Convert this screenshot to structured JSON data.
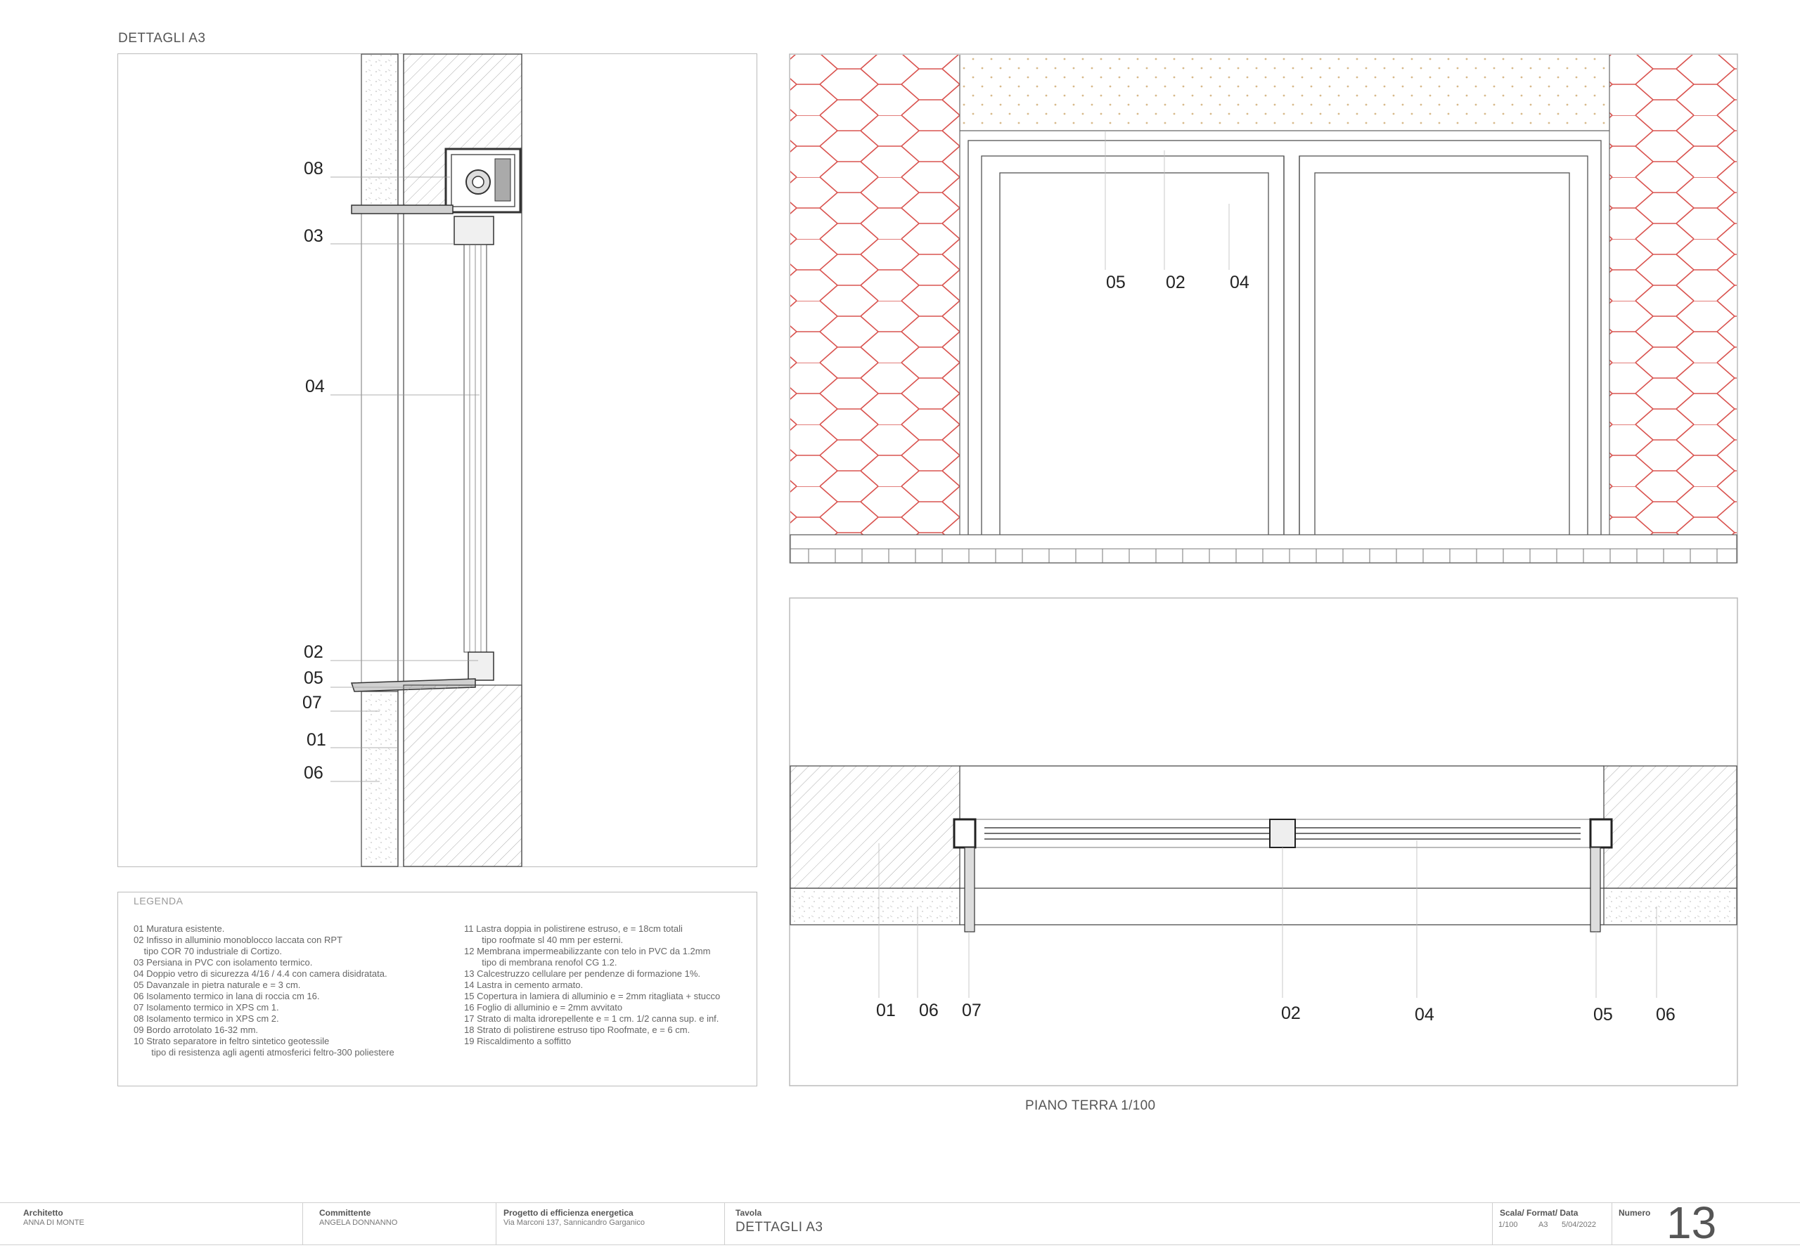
{
  "sheet_title": "DETTAGLI A3",
  "section_labels": [
    "08",
    "03",
    "04",
    "02",
    "05",
    "07",
    "01",
    "06"
  ],
  "elevation_labels": [
    "05",
    "02",
    "04"
  ],
  "plan_labels": [
    "01",
    "06",
    "07",
    "02",
    "04",
    "05",
    "06"
  ],
  "legend": {
    "title": "LEGENDA",
    "col1": "01 Muratura esistente.\n02 Infisso in alluminio monoblocco laccata con RPT\n    tipo COR 70 industriale di Cortizo.\n03 Persiana in PVC con isolamento termico.\n04 Doppio vetro di sicurezza 4/16 / 4.4 con camera disidratata.\n05 Davanzale in pietra naturale e = 3 cm.\n06 Isolamento termico in lana di roccia cm 16.\n07 Isolamento termico in XPS cm 1.\n08 Isolamento termico in XPS cm 2.\n09 Bordo arrotolato 16-32 mm.\n10 Strato separatore in feltro sintetico geotessile\n       tipo di resistenza agli agenti atmosferici feltro-300 poliestere",
    "col2": "11 Lastra doppia in polistirene estruso, e = 18cm totali\n       tipo roofmate sl 40 mm per esterni.\n12 Membrana impermeabilizzante con telo in PVC da 1.2mm\n       tipo di membrana renofol CG 1.2.\n13 Calcestruzzo cellulare per pendenze di formazione 1%.\n14 Lastra in cemento armato.\n15 Copertura in lamiera di alluminio e = 2mm ritagliata + stucco\n16 Foglio di alluminio e = 2mm avvitato\n17 Strato di malta idrorepellente e = 1 cm. 1/2 canna sup. e inf.\n18 Strato di polistirene estruso tipo Roofmate, e = 6 cm.\n19 Riscaldimento a soffitto"
  },
  "caption": "PIANO TERRA 1/100",
  "title_block": {
    "architect_h": "Architetto",
    "architect_v": "ANNA DI MONTE",
    "client_h": "Committente",
    "client_v": "ANGELA DONNANNO",
    "project_h": "Progetto di efficienza energetica",
    "project_v": "Via Marconi 137, Sannicandro Garganico",
    "table_h": "Tavola",
    "table_v": "DETTAGLI A3",
    "scale_h": "Scala/ Format/ Data",
    "scale_v": "1/100",
    "format_v": "A3",
    "date_v": "5/04/2022",
    "number_h": "Numero",
    "number_v": "13"
  },
  "colors": {
    "hex_stroke": "#d9534f",
    "dot_fill": "#d7b98a",
    "line": "#555555"
  }
}
